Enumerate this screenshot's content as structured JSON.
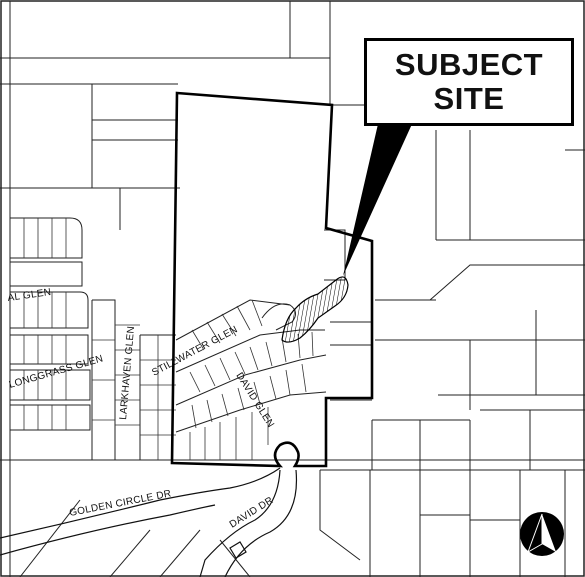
{
  "callout": {
    "line1": "SUBJECT",
    "line2": "SITE"
  },
  "streets": {
    "golden_circle": "GOLDEN CIRCLE DR",
    "david_dr": "DAVID DR",
    "stillwater_glen": "STILLWATER GLEN",
    "david_glen": "DAVID GLEN",
    "larkhaven_glen": "LARKHAVEN GLEN",
    "longgrass_glen": "LONGGRASS GLEN",
    "al_glen": "AL GLEN"
  },
  "icons": {
    "north_arrow": "north-arrow-icon"
  },
  "colors": {
    "ink": "#000000",
    "background": "#ffffff"
  }
}
